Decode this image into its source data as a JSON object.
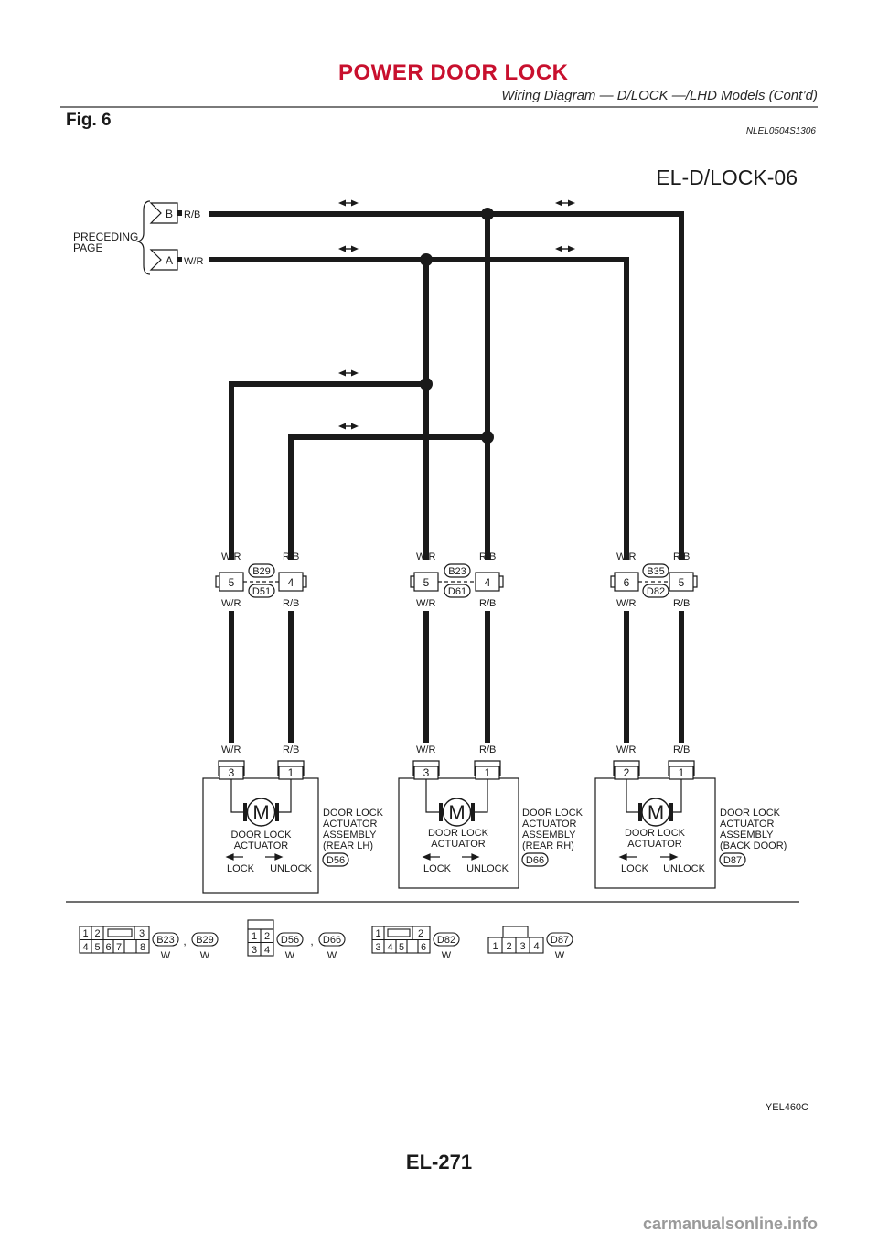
{
  "header": {
    "title": "POWER DOOR LOCK",
    "subtitle": "Wiring Diagram — D/LOCK —/LHD Models (Cont’d)"
  },
  "figure": {
    "label": "Fig. 6",
    "ref_code": "NLEL0504S1306",
    "diagram_id": "EL-D/LOCK-06",
    "image_code": "YEL460C"
  },
  "preceding": {
    "label_line1": "PRECEDING",
    "label_line2": "PAGE",
    "connector_b": "B",
    "connector_a": "A",
    "wire_b": "R/B",
    "wire_a": "W/R"
  },
  "connectors": {
    "c1": {
      "left_top": "W/R",
      "right_top": "R/B",
      "left_bot": "W/R",
      "right_bot": "R/B",
      "pin_left": "5",
      "pin_right": "4",
      "id_top": "B29",
      "id_bot": "D51"
    },
    "c2": {
      "left_top": "W/R",
      "right_top": "R/B",
      "left_bot": "W/R",
      "right_bot": "R/B",
      "pin_left": "5",
      "pin_right": "4",
      "id_top": "B23",
      "id_bot": "D61"
    },
    "c3": {
      "left_top": "W/R",
      "right_top": "R/B",
      "left_bot": "W/R",
      "right_bot": "R/B",
      "pin_left": "6",
      "pin_right": "5",
      "id_top": "B35",
      "id_bot": "D82"
    }
  },
  "actuators": {
    "a1": {
      "wire_left": "W/R",
      "wire_right": "R/B",
      "pin_left": "3",
      "pin_right": "1",
      "motor": "M",
      "inner_line1": "DOOR LOCK",
      "inner_line2": "ACTUATOR",
      "lock": "LOCK",
      "unlock": "UNLOCK",
      "name_line1": "DOOR LOCK",
      "name_line2": "ACTUATOR",
      "name_line3": "ASSEMBLY",
      "name_line4": "(REAR LH)",
      "code": "D56"
    },
    "a2": {
      "wire_left": "W/R",
      "wire_right": "R/B",
      "pin_left": "3",
      "pin_right": "1",
      "motor": "M",
      "inner_line1": "DOOR LOCK",
      "inner_line2": "ACTUATOR",
      "lock": "LOCK",
      "unlock": "UNLOCK",
      "name_line1": "DOOR LOCK",
      "name_line2": "ACTUATOR",
      "name_line3": "ASSEMBLY",
      "name_line4": "(REAR RH)",
      "code": "D66"
    },
    "a3": {
      "wire_left": "W/R",
      "wire_right": "R/B",
      "pin_left": "2",
      "pin_right": "1",
      "motor": "M",
      "inner_line1": "DOOR LOCK",
      "inner_line2": "ACTUATOR",
      "lock": "LOCK",
      "unlock": "UNLOCK",
      "name_line1": "DOOR LOCK",
      "name_line2": "ACTUATOR",
      "name_line3": "ASSEMBLY",
      "name_line4": "(BACK DOOR)",
      "code": "D87"
    }
  },
  "legend": {
    "g1": {
      "pins": [
        "1",
        "2",
        "3",
        "4",
        "5",
        "6",
        "7",
        "8"
      ],
      "codes": [
        "B23",
        "B29"
      ],
      "colors": [
        "W",
        "W"
      ],
      "sep": ","
    },
    "g2": {
      "pins": [
        "1",
        "2",
        "3",
        "4"
      ],
      "codes": [
        "D56",
        "D66"
      ],
      "colors": [
        "W",
        "W"
      ],
      "sep": ","
    },
    "g3": {
      "pins": [
        "1",
        "2",
        "3",
        "4",
        "5",
        "6"
      ],
      "codes": [
        "D82"
      ],
      "colors": [
        "W"
      ]
    },
    "g4": {
      "pins": [
        "1",
        "2",
        "3",
        "4"
      ],
      "codes": [
        "D87"
      ],
      "colors": [
        "W"
      ]
    }
  },
  "footer": {
    "page": "EL-271",
    "watermark": "carmanualsonline.info"
  }
}
